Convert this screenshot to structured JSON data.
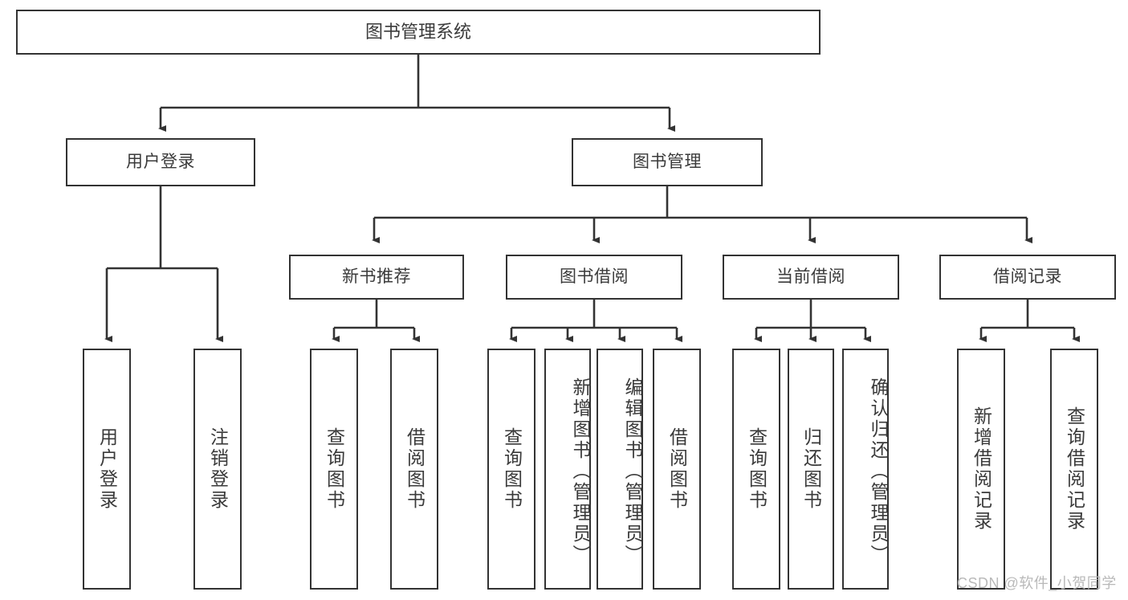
{
  "diagram": {
    "type": "tree-hierarchy",
    "title": "图书管理系统",
    "root": {
      "label": "图书管理系统"
    },
    "level1": [
      {
        "label": "用户登录"
      },
      {
        "label": "图书管理"
      }
    ],
    "level2": [
      {
        "label": "新书推荐",
        "parent": "图书管理"
      },
      {
        "label": "图书借阅",
        "parent": "图书管理"
      },
      {
        "label": "当前借阅",
        "parent": "图书管理"
      },
      {
        "label": "借阅记录",
        "parent": "图书管理"
      }
    ],
    "leaves": [
      {
        "label": "用户登录",
        "parent": "用户登录"
      },
      {
        "label": "注销登录",
        "parent": "用户登录"
      },
      {
        "label": "查询图书",
        "parent": "新书推荐"
      },
      {
        "label": "借阅图书",
        "parent": "新书推荐"
      },
      {
        "label": "查询图书",
        "parent": "图书借阅"
      },
      {
        "label": "新增图书（管理员）",
        "parent": "图书借阅"
      },
      {
        "label": "编辑图书（管理员）",
        "parent": "图书借阅"
      },
      {
        "label": "借阅图书",
        "parent": "图书借阅"
      },
      {
        "label": "查询图书",
        "parent": "当前借阅"
      },
      {
        "label": "归还图书",
        "parent": "当前借阅"
      },
      {
        "label": "确认归还（管理员）",
        "parent": "当前借阅"
      },
      {
        "label": "新增借阅记录",
        "parent": "借阅记录"
      },
      {
        "label": "查询借阅记录",
        "parent": "借阅记录"
      }
    ]
  },
  "watermark": {
    "text": "CSDN @软件_小贺同学"
  },
  "colors": {
    "stroke": "#333333",
    "text": "#3a3a3a",
    "background": "#ffffff",
    "watermark": "#b9b9b9"
  }
}
